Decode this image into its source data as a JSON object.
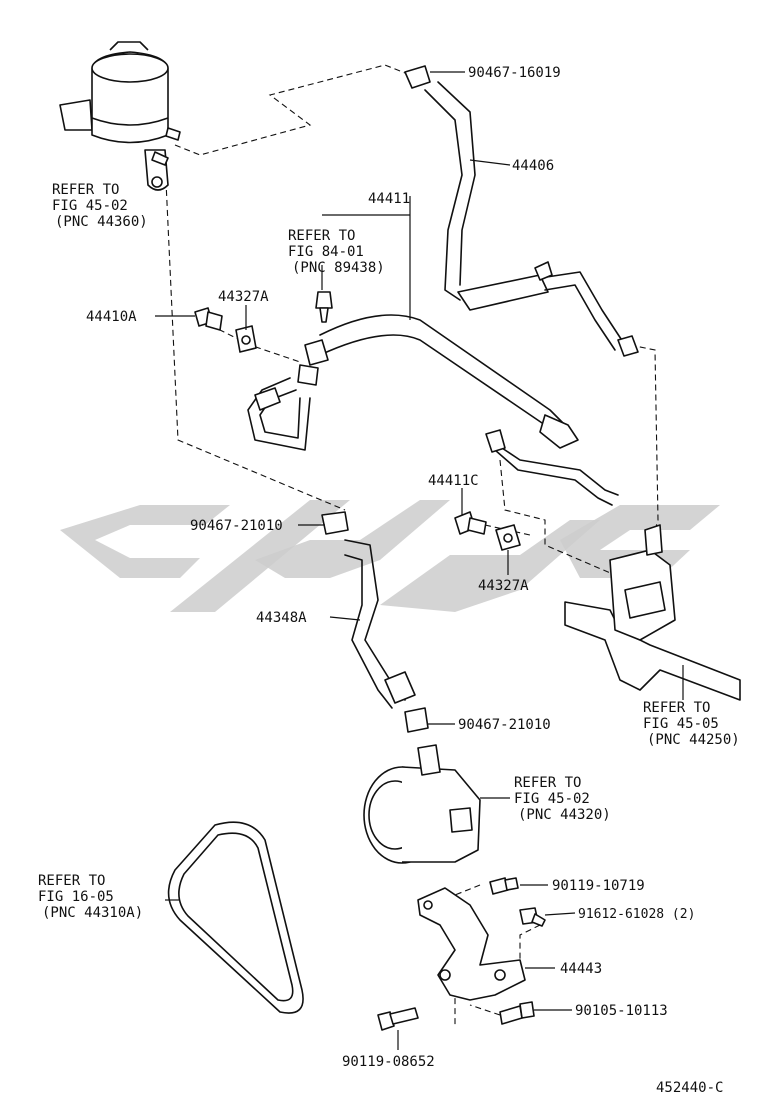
{
  "diagram": {
    "part_numbers": {
      "p90467_16019": "90467-16019",
      "p44406": "44406",
      "p44411": "44411",
      "p44410A": "44410A",
      "p44327A_top": "44327A",
      "p44411C": "44411C",
      "p90467_21010_upper": "90467-21010",
      "p44327A_mid": "44327A",
      "p44348A": "44348A",
      "p90467_21010_lower": "90467-21010",
      "p90119_10719": "90119-10719",
      "p91612_61028": "91612-61028 (2)",
      "p44443": "44443",
      "p90105_10113": "90105-10113",
      "p90119_08652": "90119-08652"
    },
    "references": {
      "reservoir": [
        "REFER TO",
        "FIG 45-02",
        "(PNC 44360)"
      ],
      "sensor": [
        "REFER TO",
        "FIG 84-01",
        "(PNC 89438)"
      ],
      "gear": [
        "REFER TO",
        "FIG 45-05",
        "(PNC 44250)"
      ],
      "pump": [
        "REFER TO",
        "FIG 45-02",
        "(PNC 44320)"
      ],
      "belt": [
        "REFER TO",
        "FIG 16-05",
        "(PNC 44310A)"
      ]
    },
    "figure_id": "452440-C"
  }
}
